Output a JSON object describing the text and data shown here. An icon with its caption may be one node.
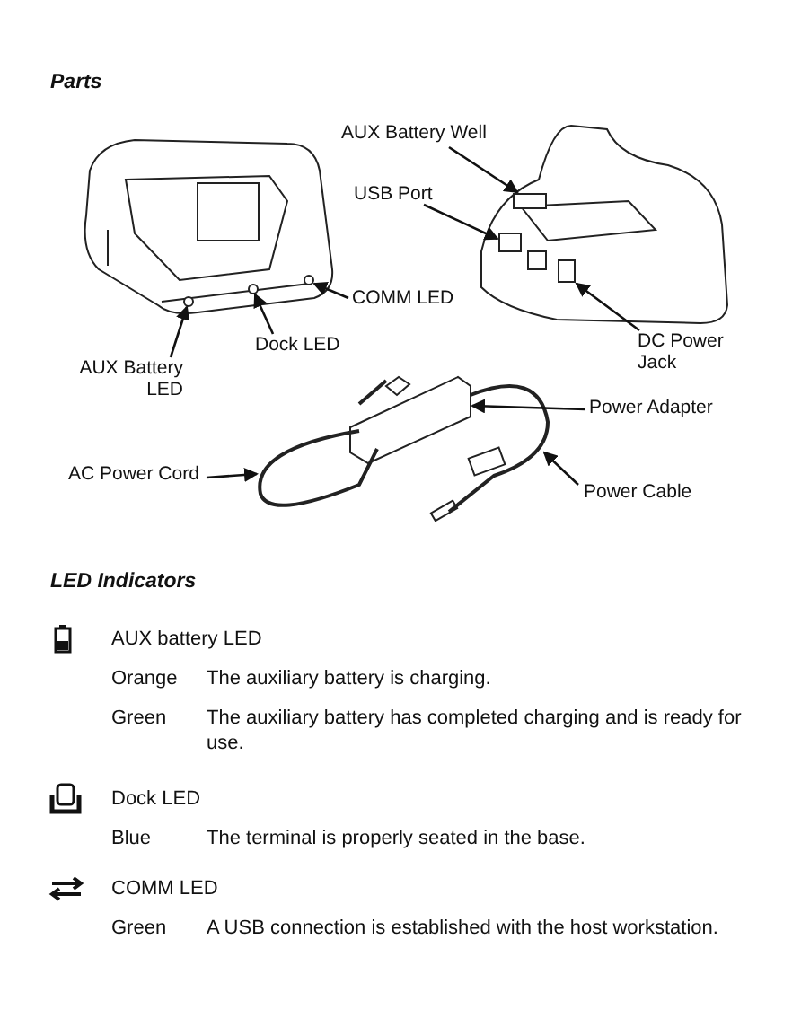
{
  "diagram": {
    "nodes": [
      {
        "text": [
          "AUX Battery Well"
        ]
      },
      {
        "text": [
          "USB Port"
        ]
      },
      {
        "text": [
          "COMM LED"
        ]
      },
      {
        "text": [
          "DC Power Jack"
        ]
      },
      {
        "text": [
          "Dock LED"
        ]
      },
      {
        "text": [
          "AUX Battery LED"
        ]
      },
      {
        "text": [
          "Power Adapter"
        ]
      },
      {
        "text": [
          "AC Power Cord"
        ]
      },
      {
        "text": [
          "Power Cable"
        ]
      },
      {
        "text": [],
        "shape": "box"
      },
      {
        "text": [],
        "shape": "box"
      },
      {
        "text": [],
        "shape": "circle"
      },
      {
        "text": [],
        "shape": "box"
      },
      {
        "text": [],
        "shape": "circle"
      },
      {
        "text": [],
        "shape": "circle"
      },
      {
        "text": [],
        "shape": "box"
      },
      {
        "text": [],
        "shape": "picture"
      },
      {
        "text": [],
        "shape": "picture"
      }
    ],
    "edges": [
      {
        "from": 0,
        "to": 9,
        "arrow": "to"
      },
      {
        "from": 1,
        "to": 10,
        "arrow": "to"
      },
      {
        "from": 2,
        "to": 11,
        "arrow": "to"
      },
      {
        "from": 3,
        "to": 12,
        "arrow": "to"
      },
      {
        "from": 4,
        "to": 13,
        "arrow": "to"
      },
      {
        "from": 5,
        "to": 14,
        "arrow": "to"
      },
      {
        "from": 6,
        "to": 15,
        "arrow": "to"
      },
      {
        "from": 7,
        "to": 16,
        "arrow": "to"
      },
      {
        "from": 8,
        "to": 17,
        "arrow": "to"
      }
    ],
    "labels": [
      "Parts",
      "LED Indicators",
      "AUX battery LED",
      "Orange",
      "The auxiliary battery is charging.",
      "Green",
      "The auxiliary battery has completed charging and is ready for use.",
      "Dock LED",
      "Blue",
      "The terminal is properly seated in the base.",
      "COMM LED",
      "Green",
      "A USB connection is established with the host workstation."
    ]
  }
}
